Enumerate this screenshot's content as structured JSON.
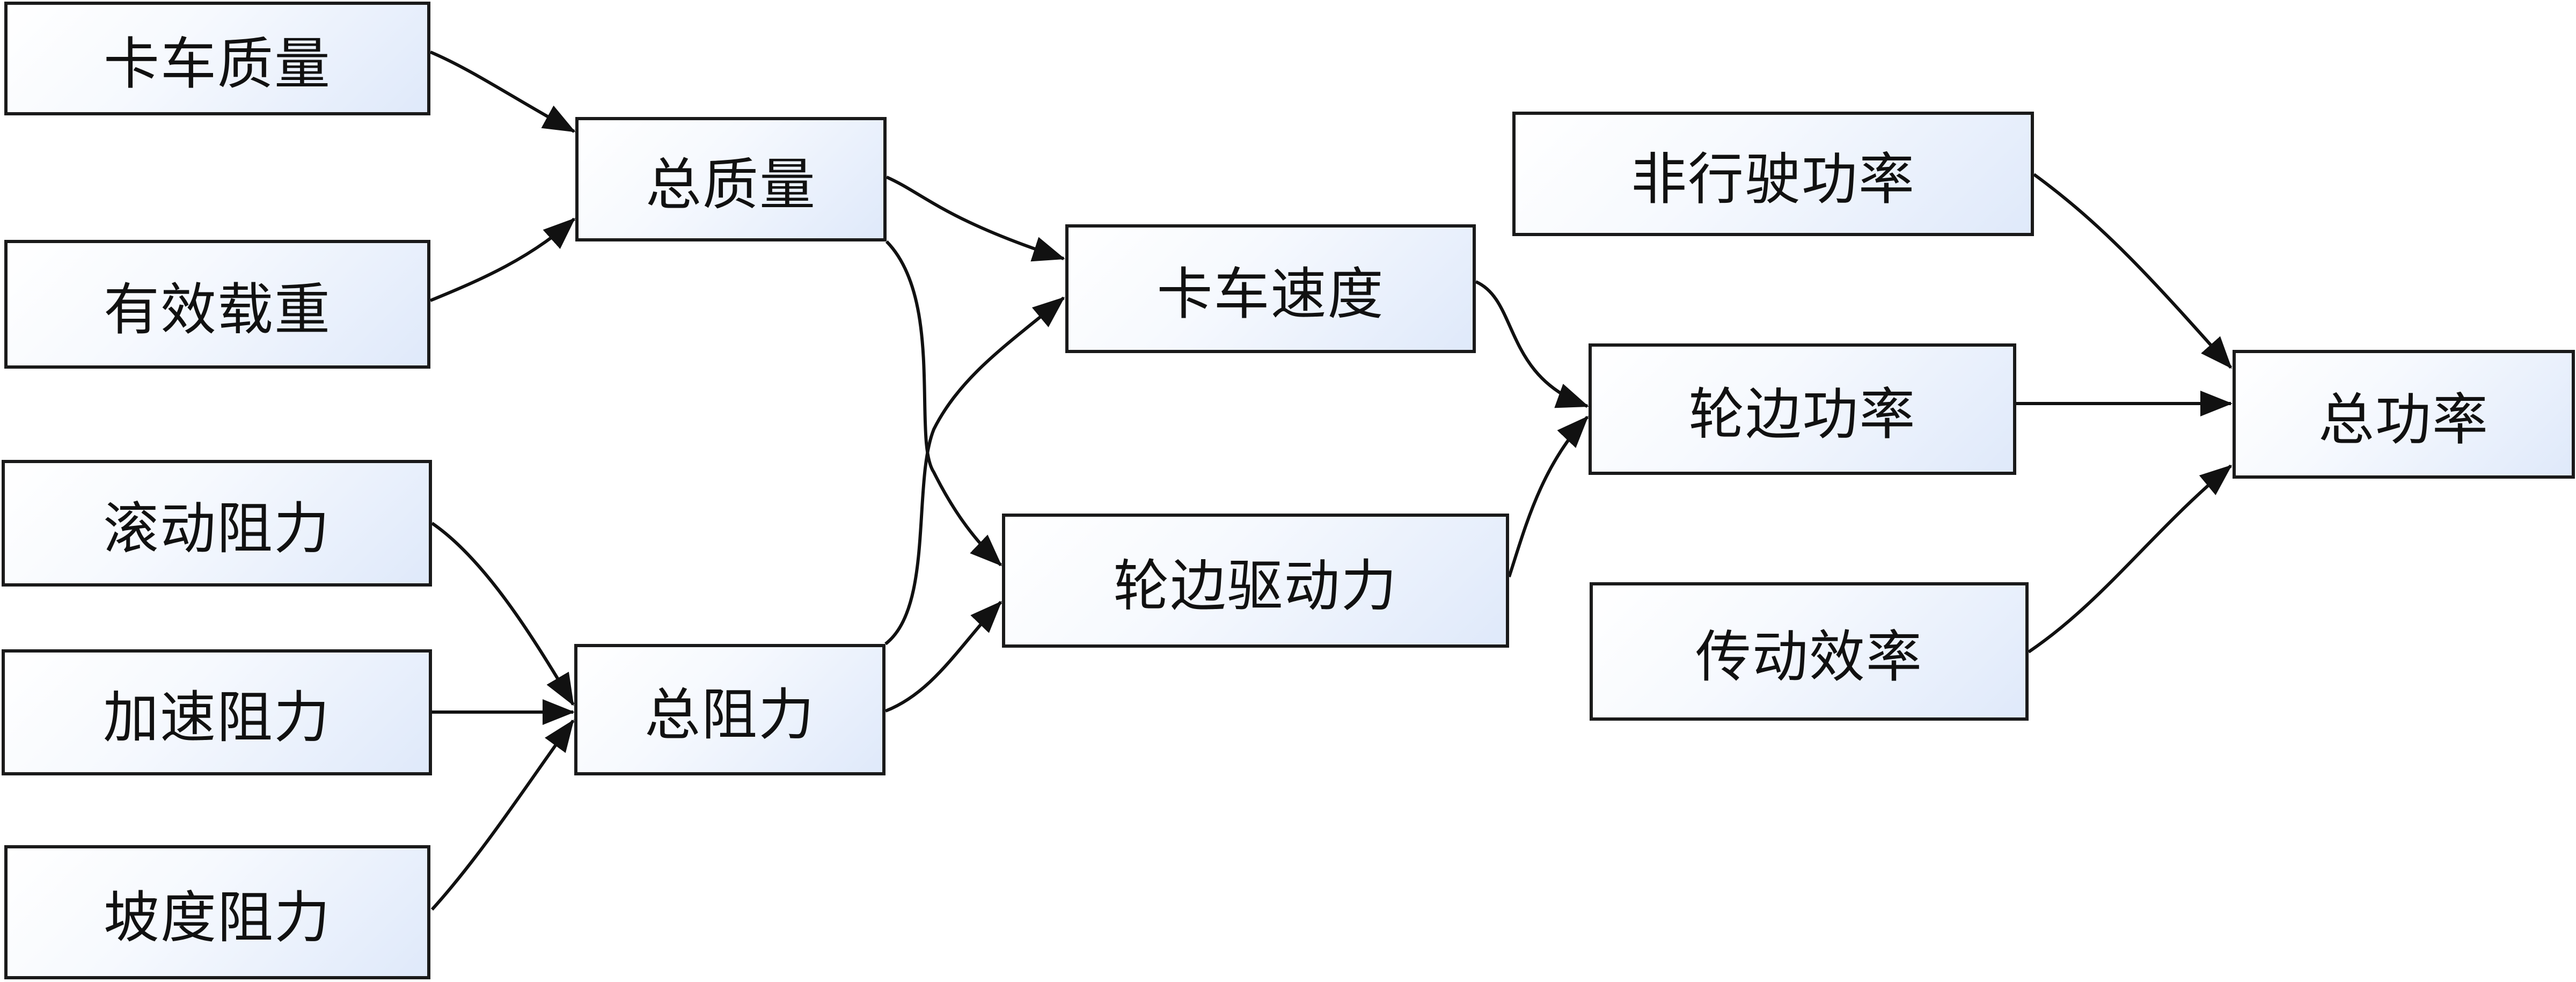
{
  "diagram": {
    "nodes": [
      {
        "id": "truck-mass",
        "label": "卡车质量"
      },
      {
        "id": "payload",
        "label": "有效载重"
      },
      {
        "id": "rolling-resistance",
        "label": "滚动阻力"
      },
      {
        "id": "acceleration-resistance",
        "label": "加速阻力"
      },
      {
        "id": "grade-resistance",
        "label": "坡度阻力"
      },
      {
        "id": "total-mass",
        "label": "总质量"
      },
      {
        "id": "total-resistance",
        "label": "总阻力"
      },
      {
        "id": "truck-speed",
        "label": "卡车速度"
      },
      {
        "id": "wheel-drive-force",
        "label": "轮边驱动力"
      },
      {
        "id": "non-driving-power",
        "label": "非行驶功率"
      },
      {
        "id": "wheel-power",
        "label": "轮边功率"
      },
      {
        "id": "transmission-efficiency",
        "label": "传动效率"
      },
      {
        "id": "total-power",
        "label": "总功率"
      }
    ],
    "edges": [
      {
        "from": "truck-mass",
        "to": "total-mass"
      },
      {
        "from": "payload",
        "to": "total-mass"
      },
      {
        "from": "rolling-resistance",
        "to": "total-resistance"
      },
      {
        "from": "acceleration-resistance",
        "to": "total-resistance"
      },
      {
        "from": "grade-resistance",
        "to": "total-resistance"
      },
      {
        "from": "total-mass",
        "to": "truck-speed"
      },
      {
        "from": "total-mass",
        "to": "wheel-drive-force"
      },
      {
        "from": "total-resistance",
        "to": "truck-speed"
      },
      {
        "from": "total-resistance",
        "to": "wheel-drive-force"
      },
      {
        "from": "truck-speed",
        "to": "wheel-power"
      },
      {
        "from": "wheel-drive-force",
        "to": "wheel-power"
      },
      {
        "from": "non-driving-power",
        "to": "total-power"
      },
      {
        "from": "wheel-power",
        "to": "total-power"
      },
      {
        "from": "transmission-efficiency",
        "to": "total-power"
      }
    ]
  }
}
